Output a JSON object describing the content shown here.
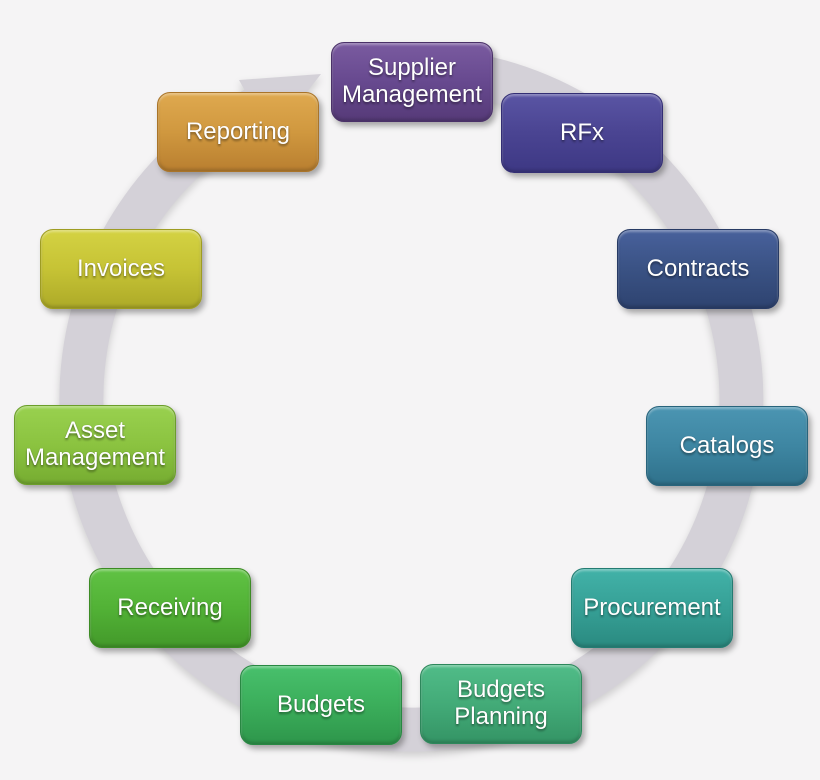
{
  "diagram": {
    "background_color": "#f5f4f5",
    "ring": {
      "color": "#d4d1d8",
      "direction": "clockwise"
    },
    "text_color": "#ffffff",
    "nodes": [
      {
        "id": "supplier-management",
        "label": "Supplier Management",
        "colors": {
          "top": "#7a5ba0",
          "mid": "#67498f",
          "bottom": "#563a78",
          "border": "#4a3168"
        }
      },
      {
        "id": "rfx",
        "label": "RFx",
        "colors": {
          "top": "#5a55a4",
          "mid": "#4a4492",
          "bottom": "#3d3884",
          "border": "#332e74"
        }
      },
      {
        "id": "contracts",
        "label": "Contracts",
        "colors": {
          "top": "#48619c",
          "mid": "#3a5284",
          "bottom": "#2e4370",
          "border": "#273a64"
        }
      },
      {
        "id": "catalogs",
        "label": "Catalogs",
        "colors": {
          "top": "#4b95b2",
          "mid": "#3e86a2",
          "bottom": "#2f718b",
          "border": "#28647c"
        }
      },
      {
        "id": "procurement",
        "label": "Procurement",
        "colors": {
          "top": "#42b2a8",
          "mid": "#36a096",
          "bottom": "#2a8a80",
          "border": "#247c72"
        }
      },
      {
        "id": "budgets-planning",
        "label": "Budgets Planning",
        "colors": {
          "top": "#50bc88",
          "mid": "#43ab78",
          "bottom": "#349465",
          "border": "#2d875b"
        }
      },
      {
        "id": "budgets",
        "label": "Budgets",
        "colors": {
          "top": "#48c06c",
          "mid": "#3bae5b",
          "bottom": "#2e964b",
          "border": "#288842"
        }
      },
      {
        "id": "receiving",
        "label": "Receiving",
        "colors": {
          "top": "#60c244",
          "mid": "#52b236",
          "bottom": "#43992a",
          "border": "#3c8b24"
        }
      },
      {
        "id": "asset-management",
        "label": "Asset Management",
        "colors": {
          "top": "#99d14f",
          "mid": "#8bc340",
          "bottom": "#76ac31",
          "border": "#6b9e2a"
        }
      },
      {
        "id": "invoices",
        "label": "Invoices",
        "colors": {
          "top": "#d4d243",
          "mid": "#c6c335",
          "bottom": "#adaa28",
          "border": "#9e9c22"
        }
      },
      {
        "id": "reporting",
        "label": "Reporting",
        "colors": {
          "top": "#dfa94f",
          "mid": "#d0983f",
          "bottom": "#b97f30",
          "border": "#a97429"
        }
      }
    ]
  }
}
